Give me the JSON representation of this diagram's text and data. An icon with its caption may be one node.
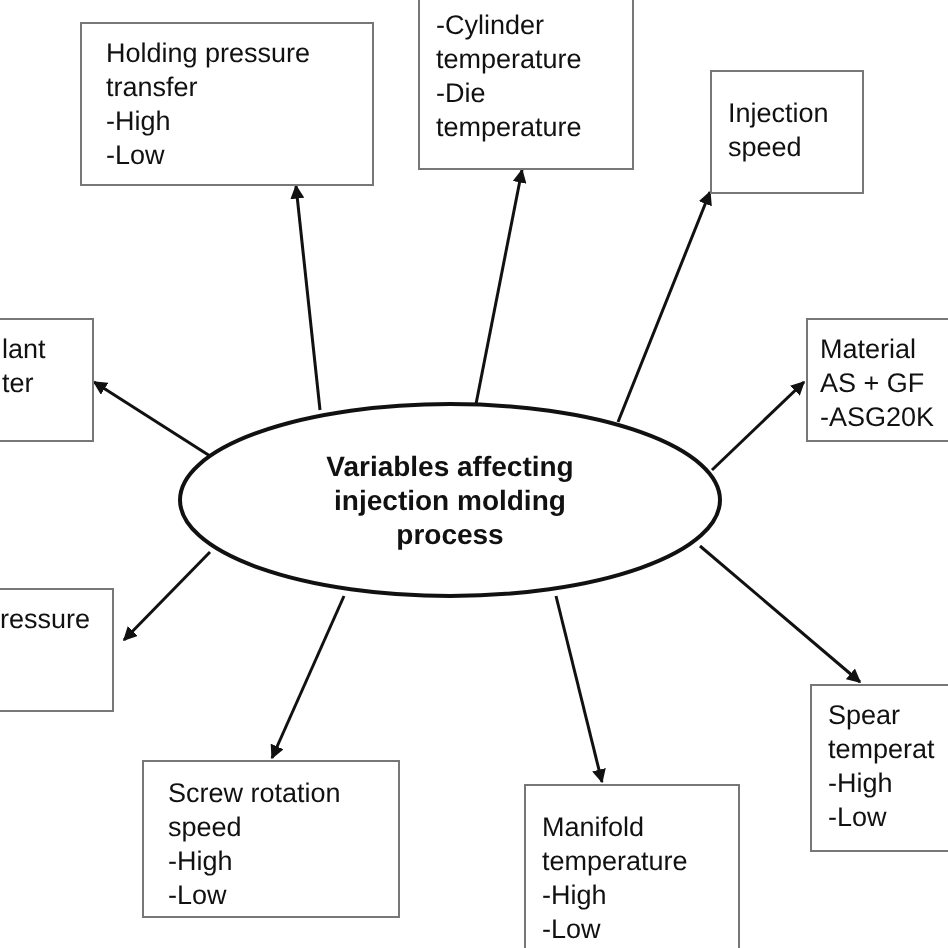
{
  "diagram": {
    "nodes": [
      {
        "text": [
          "-Cylinder temperature",
          "-Die temperature"
        ]
      },
      {
        "text": [
          "Holding pressure transfer",
          "-High",
          "-Low"
        ]
      },
      {
        "text": [
          "Injection speed"
        ]
      },
      {
        "text": [
          "lant ter"
        ]
      },
      {
        "text": [
          "Material",
          "AS + GF",
          "-ASG20K"
        ]
      },
      {
        "text": [
          "Variables affecting injection molding process"
        ]
      },
      {
        "text": [
          "ressure"
        ]
      },
      {
        "text": [
          "Spear temperat",
          "-High",
          "-Low"
        ]
      },
      {
        "text": [
          "Screw rotation speed",
          "-High",
          "-Low"
        ]
      },
      {
        "text": [
          "Manifold temperature",
          "-High",
          "-Low"
        ]
      }
    ],
    "edges": [
      {
        "from": 5,
        "to": 0,
        "arrow": "to"
      },
      {
        "from": 5,
        "to": 1,
        "arrow": "to"
      },
      {
        "from": 5,
        "to": 2,
        "arrow": "to"
      },
      {
        "from": 5,
        "to": 3,
        "arrow": "to"
      },
      {
        "from": 5,
        "to": 4,
        "arrow": "to"
      },
      {
        "from": 5,
        "to": 6,
        "arrow": "to"
      },
      {
        "from": 5,
        "to": 7,
        "arrow": "to"
      },
      {
        "from": 5,
        "to": 8,
        "arrow": "to"
      },
      {
        "from": 5,
        "to": 9,
        "arrow": "to"
      }
    ]
  }
}
